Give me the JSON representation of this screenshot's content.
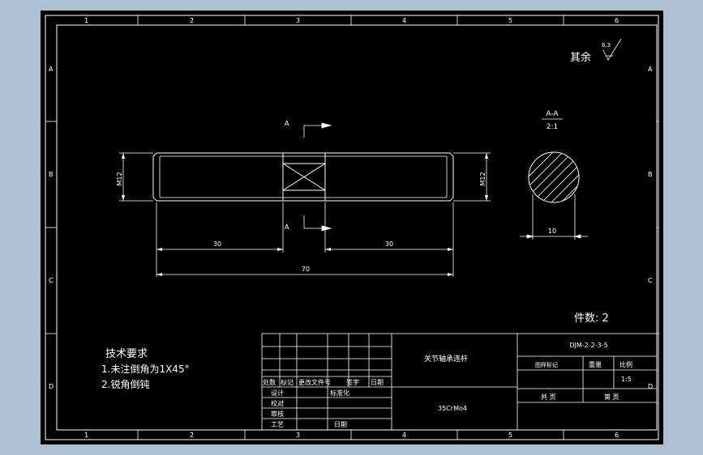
{
  "drawing": {
    "zone_numbers": [
      "1",
      "2",
      "3",
      "4",
      "5",
      "6"
    ],
    "zone_letters": [
      "A",
      "B",
      "C",
      "D"
    ],
    "roughness": {
      "label": "其余",
      "value": "6.3"
    },
    "section_mark": "A",
    "section_view": {
      "title": "A-A",
      "scale": "2:1",
      "dim": "10"
    },
    "dims": {
      "left": "30",
      "right": "30",
      "total": "70",
      "thread_left": "M12",
      "thread_right": "M12"
    },
    "part_count": "件数: 2",
    "tech_req": {
      "title": "技术要求",
      "items": [
        "1.未注倒角为1X45°",
        "2.锐角倒钝"
      ]
    },
    "title_block": {
      "part_name": "关节轴承连杆",
      "drawing_no": "DJM-2-2-3-5",
      "material": "35CrMo4",
      "header_cells": [
        "处数",
        "标记",
        "更改文件号",
        "签字",
        "日期"
      ],
      "row_labels": [
        "设计",
        "校对",
        "审核",
        "工艺"
      ],
      "std_label": "标准化",
      "date_label": "日期",
      "stage_label": "图样标记",
      "weight_label": "重量",
      "scale_label": "比例",
      "scale_value": "1:5",
      "sheets_total": "共 页",
      "sheet_no": "第 页"
    }
  }
}
